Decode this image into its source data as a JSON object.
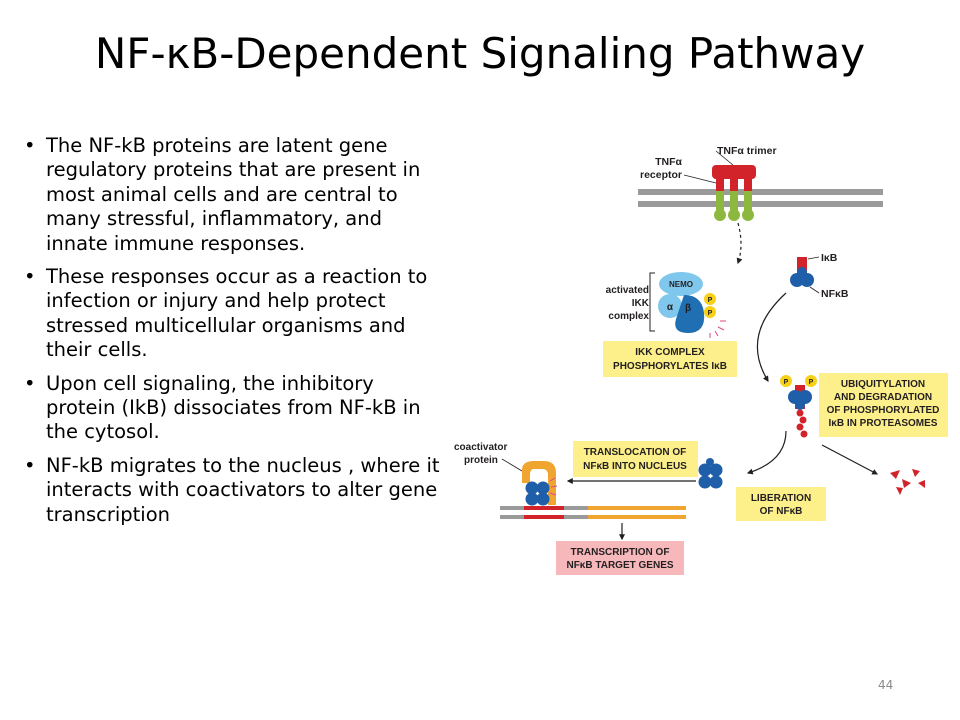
{
  "slide": {
    "title": "NF-κB-Dependent Signaling Pathway",
    "bullet_char": "•",
    "bullets": [
      "The NF-kB proteins are latent gene regulatory proteins that are present in most animal cells and are central to many stressful, inflammatory, and innate immune responses.",
      "These responses occur as a reaction to infection or injury and help protect stressed multicellular organisms and their cells.",
      "Upon cell signaling, the inhibitory protein (IkB) dissociates from NF-kB in the cytosol.",
      "NF-kB migrates to the nucleus , where it interacts with coactivators to alter gene transcription"
    ],
    "page_number": "44"
  },
  "diagram": {
    "tnf_trimer": "TNFα trimer",
    "tnf_receptor": [
      "TNFα",
      "receptor"
    ],
    "ikb_label": "IκB",
    "nfkb_label": "NFκB",
    "ikk_complex_label": [
      "activated",
      "IKK",
      "complex"
    ],
    "nemo": "NEMO",
    "alpha": "α",
    "beta": "β",
    "phospho": "P",
    "box_ikk": [
      "IKK COMPLEX",
      "PHOSPHORYLATES IκB"
    ],
    "box_ubiquitylation": [
      "UBIQUITYLATION",
      "AND DEGRADATION",
      "OF PHOSPHORYLATED",
      "IκB IN PROTEASOMES"
    ],
    "coactivator_label": [
      "coactivator",
      "protein"
    ],
    "box_translocation": [
      "TRANSLOCATION OF",
      "NFκB INTO NUCLEUS"
    ],
    "box_liberation": [
      "LIBERATION",
      "OF NFκB"
    ],
    "box_transcription": [
      "TRANSCRIPTION OF",
      "NFκB TARGET GENES"
    ],
    "colors": {
      "membrane": "#9a9a9a",
      "trimer_red": "#d2232a",
      "receptor_green": "#8cb83e",
      "nfkb_blue": "#1f5ea8",
      "nemo_cyan": "#7fc7ec",
      "ikk_blue": "#1f6fb2",
      "phospho_yellow": "#f7d117",
      "box_yellow": "#fdf08a",
      "box_pink": "#f7b8bc",
      "dna_orange": "#f0a531",
      "dna_gray": "#9a9a9a"
    }
  }
}
